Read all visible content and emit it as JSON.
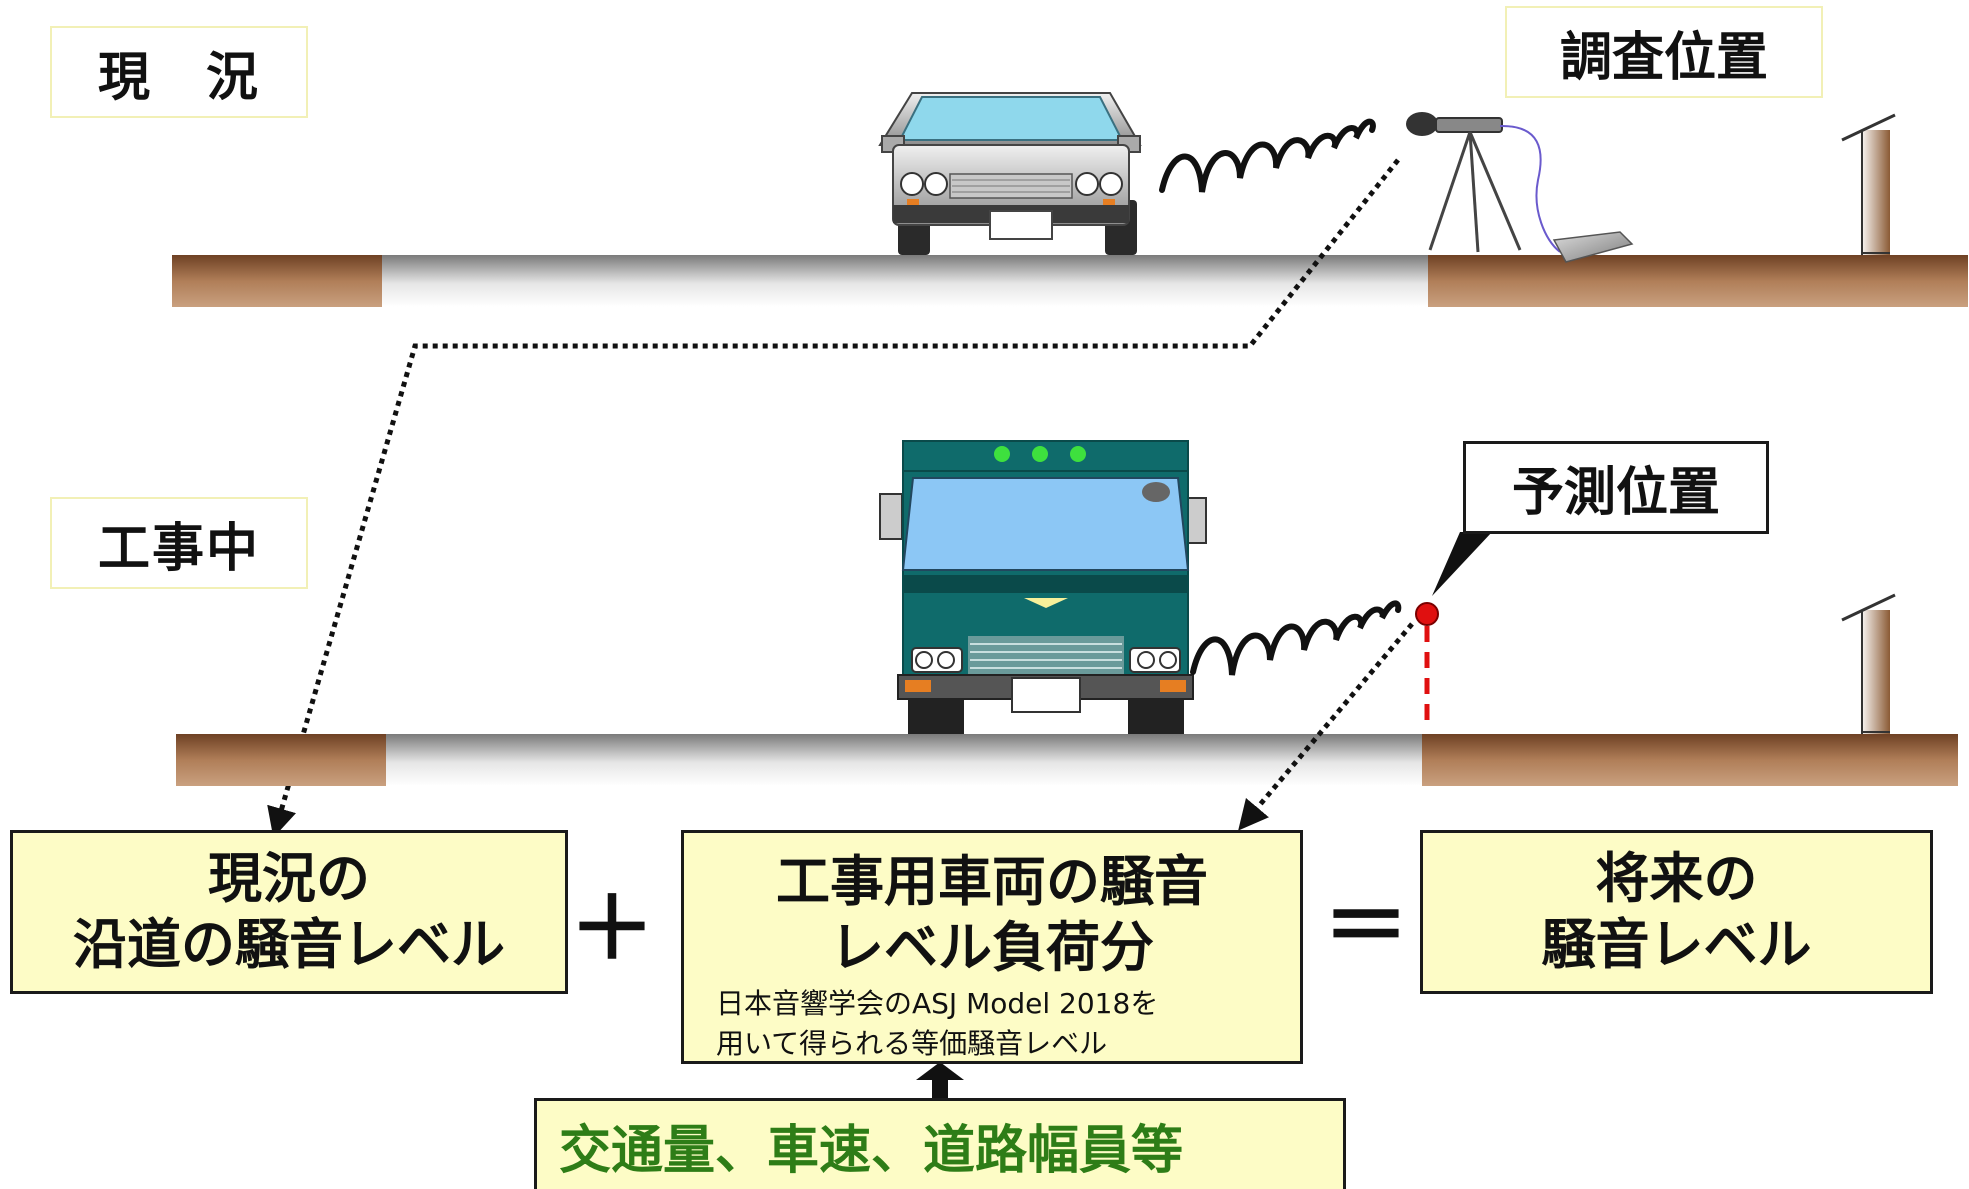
{
  "phases": {
    "current": "現　況",
    "construction": "工事中"
  },
  "points": {
    "survey": "調査位置",
    "prediction": "予測位置"
  },
  "equation": {
    "term_current": {
      "line1": "現況の",
      "line2": "沿道の騒音レベル"
    },
    "plus": "＋",
    "term_vehicle": {
      "line1": "工事用車両の騒音",
      "line2": "レベル負荷分",
      "note1": "日本音響学会のASJ Model 2018を",
      "note2": "用いて得られる等価騒音レベル"
    },
    "equals": "＝",
    "term_future": {
      "line1": "将来の",
      "line2": "騒音レベル"
    }
  },
  "inputs": "交通量、車速、道路幅員等",
  "colors": {
    "box_fill": "#fdfcc6",
    "input_text": "#2e7d17",
    "ground": "#9c6a45",
    "truck_body": "#0f6b6b",
    "prediction_point": "#e01010"
  }
}
